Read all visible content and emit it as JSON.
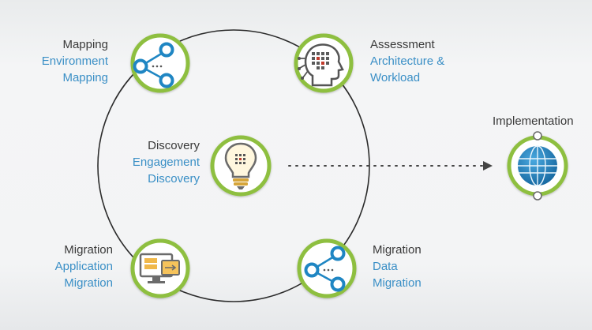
{
  "nodes": {
    "mapping": {
      "title": "Mapping",
      "line1": "Environment",
      "line2": "Mapping"
    },
    "assessment": {
      "title": "Assessment",
      "line1": "Architecture &",
      "line2": "Workload"
    },
    "discovery": {
      "title": "Discovery",
      "line1": "Engagement",
      "line2": "Discovery"
    },
    "app_migration": {
      "title": "Migration",
      "line1": "Application",
      "line2": "Migration"
    },
    "data_migration": {
      "title": "Migration",
      "line1": "Data",
      "line2": "Migration"
    },
    "implementation": {
      "title": "Implementation"
    }
  },
  "icons": {
    "mapping": "share-network-icon",
    "assessment": "brain-head-icon",
    "discovery": "lightbulb-icon",
    "app_migration": "monitor-transfer-icon",
    "data_migration": "share-network-icon",
    "implementation": "globe-icon"
  },
  "colors": {
    "ring": "#8ebf3f",
    "icon_blue": "#1f86c3",
    "title_text": "#3a3a3a",
    "subtitle_text": "#3a8fc6"
  }
}
